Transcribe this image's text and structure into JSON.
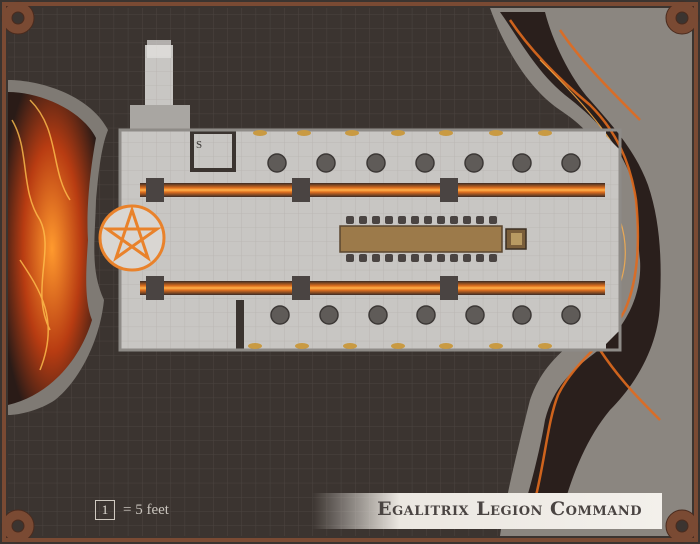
{
  "map": {
    "title": "Egalitrix Legion Command",
    "scale": {
      "unit_value": "1",
      "text": "= 5 feet"
    },
    "door_marker": "S",
    "colors": {
      "background": "#3b3430",
      "grid": "#4b4440",
      "frame": "#7a4a33",
      "stone_floor": "#c8c6c3",
      "stone_wall": "#a9a6a2",
      "lava_core": "#f08a24",
      "lava_dark": "#3a2a24",
      "pentagram": "#e9822b",
      "table_wood": "#9c7a4a",
      "cave_rock": "#8b8680"
    },
    "icons": [
      "cog-icon",
      "pentagram-icon",
      "throne-icon",
      "pillar-icon",
      "brazier-icon",
      "chair-icon"
    ]
  }
}
